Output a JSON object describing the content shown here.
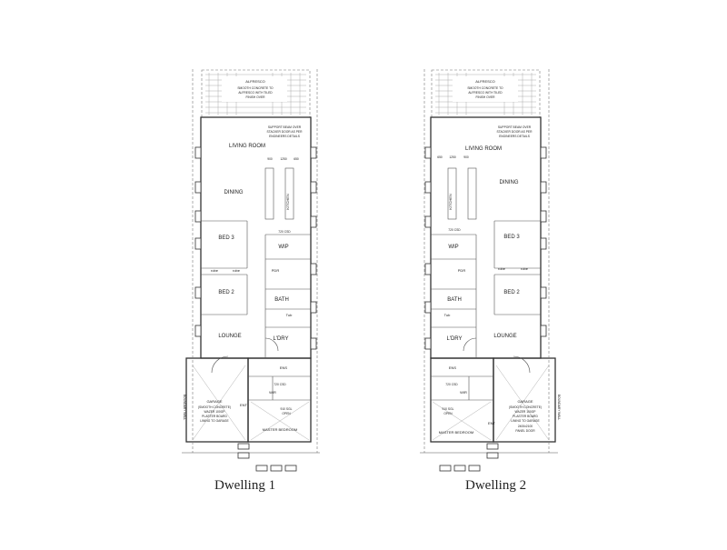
{
  "dwellings": [
    {
      "caption": "Dwelling 1",
      "labels": {
        "alfresco": "ALFRESCO",
        "alfresco_note_1": "SMOOTH CONCRETE TO",
        "alfresco_note_2": "ALFRESCO WITH TILED",
        "alfresco_note_3": "FINISH OVER",
        "beam_note_1": "SUPPORT BEAM OVER",
        "beam_note_2": "STACKER DOOR AS PER",
        "beam_note_3": "ENGINEERS DETAILS",
        "living": "LIVING ROOM",
        "dining": "DINING",
        "kitchen": "KITCHEN",
        "bed3": "BED 3",
        "bed2": "BED 2",
        "robe_a": "robe",
        "robe_b": "robe",
        "wip": "WIP",
        "pdr": "PDR",
        "bath": "BATH",
        "tub": "Tub",
        "lounge": "LOUNGE",
        "ldry": "L'DRY",
        "ens": "ENS",
        "wir": "WIR",
        "ent": "ENT",
        "master": "MASTER BEDROOM",
        "garage": "GARAGE",
        "garage_note_1": "(SMOOTH CONCRETE)",
        "garage_note_2": "WAZER 100GP",
        "garage_note_3": "PLASTER BOARD",
        "garage_note_4": "LINING TO GARAGE",
        "boundary": "BOUNDARY WALL",
        "dim_900": "900",
        "dim_1250": "1250",
        "dim_650": "650",
        "csd1": "720 CSD",
        "csd2": "720 CSD",
        "open": "OPEN",
        "gpo": "910 SGL"
      }
    },
    {
      "caption": "Dwelling 2",
      "labels": {
        "alfresco": "ALFRESCO",
        "alfresco_note_1": "SMOOTH CONCRETE TO",
        "alfresco_note_2": "ALFRESCO WITH TILED",
        "alfresco_note_3": "FINISH OVER",
        "beam_note_1": "SUPPORT BEAM OVER",
        "beam_note_2": "STACKER DOOR AS PER",
        "beam_note_3": "ENGINEERS DETAILS",
        "living": "LIVING ROOM",
        "dining": "DINING",
        "kitchen": "KITCHEN",
        "bed3": "BED 3",
        "bed2": "BED 2",
        "robe_a": "robe",
        "robe_b": "robe",
        "wip": "WIP",
        "pdr": "PDR",
        "bath": "BATH",
        "tub": "Tub",
        "lounge": "LOUNGE",
        "ldry": "L'DRY",
        "ens": "ENS",
        "wir": "WIR",
        "ent": "ENT",
        "master": "MASTER BEDROOM",
        "garage": "GARAGE",
        "garage_note_1": "(SMOOTH CONCRETE)",
        "garage_note_2": "WAZER 100GP",
        "garage_note_3": "PLASTER BOARD",
        "garage_note_4": "LINING TO GARAGE",
        "garage_note_5": "2400x2100",
        "garage_note_6": "PANEL DOOR",
        "boundary": "BOUNDARY WALL",
        "dim_900": "900",
        "dim_1250": "1250",
        "dim_650": "650",
        "csd1": "720 CSD",
        "csd2": "720 CSD",
        "open": "OPEN",
        "gpo": "910 SGL"
      }
    }
  ]
}
